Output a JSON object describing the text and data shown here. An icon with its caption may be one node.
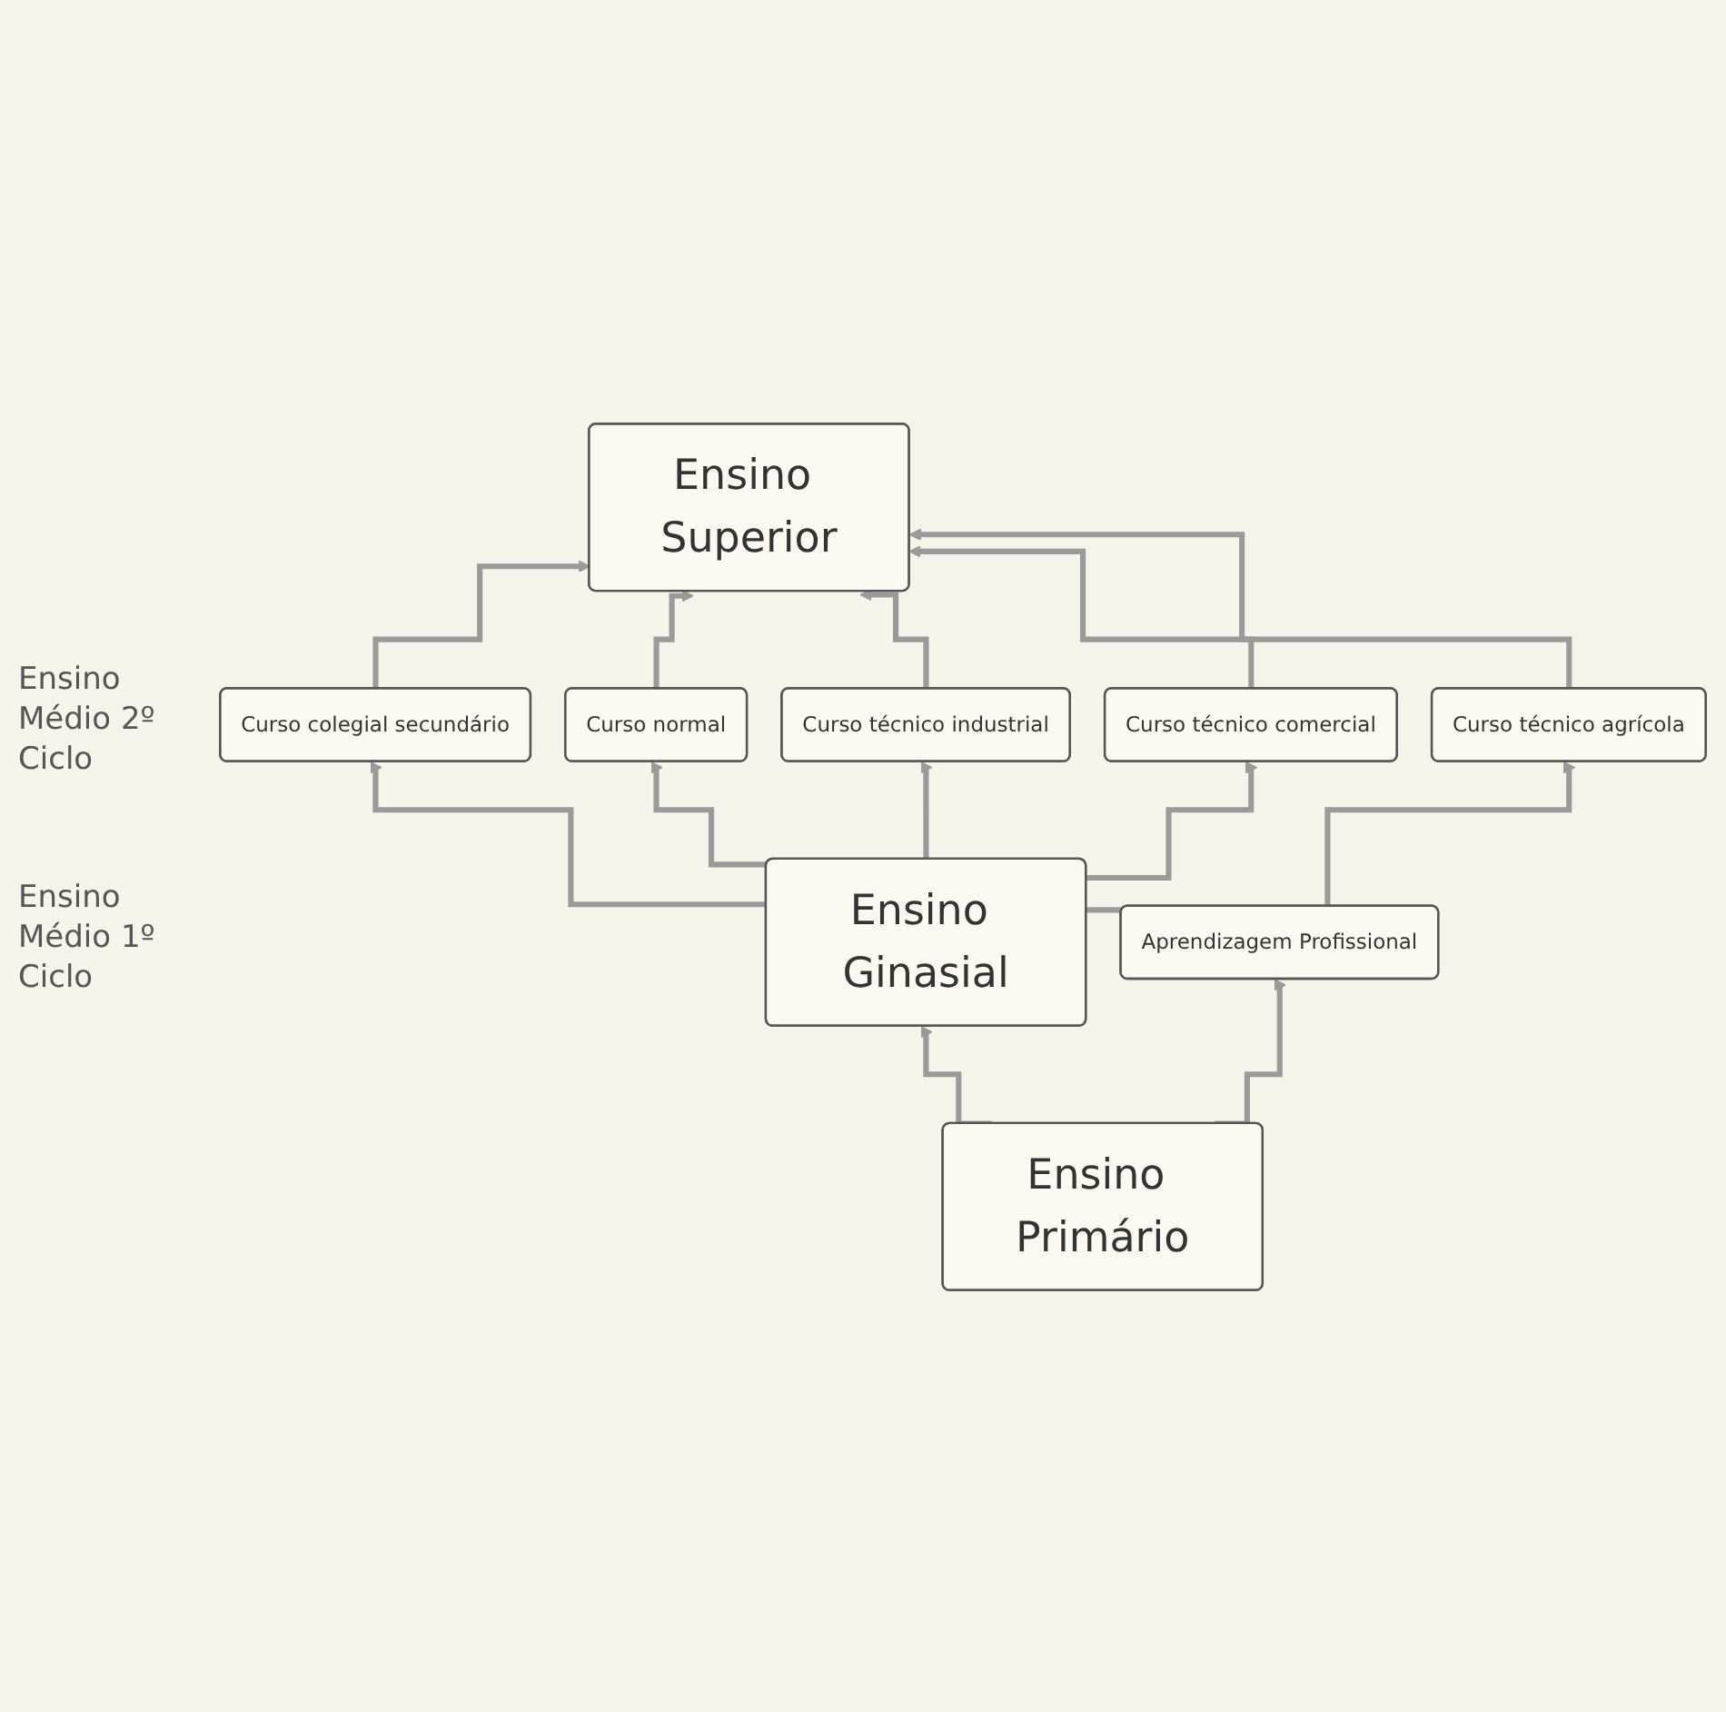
{
  "diagram": {
    "nodes": [
      {
        "text": [
          "Ensino Superior"
        ]
      },
      {
        "text": [
          "Curso colegial secundário"
        ]
      },
      {
        "text": [
          "Curso normal"
        ]
      },
      {
        "text": [
          "Curso técnico industrial"
        ]
      },
      {
        "text": [
          "Curso técnico comercial"
        ]
      },
      {
        "text": [
          "Curso técnico agrícola"
        ]
      },
      {
        "text": [
          "Ensino Ginasial"
        ]
      },
      {
        "text": [
          "Aprendizagem Profissional"
        ]
      },
      {
        "text": [
          "Ensino Primário"
        ]
      }
    ],
    "edges": [
      {
        "from": 1,
        "to": 0,
        "arrow": "to"
      },
      {
        "from": 2,
        "to": 0,
        "arrow": "to"
      },
      {
        "from": 3,
        "to": 0,
        "arrow": "to"
      },
      {
        "from": 4,
        "to": 0,
        "arrow": "to"
      },
      {
        "from": 5,
        "to": 0,
        "arrow": "to"
      },
      {
        "from": 6,
        "to": 1,
        "arrow": "to"
      },
      {
        "from": 6,
        "to": 2,
        "arrow": "to"
      },
      {
        "from": 6,
        "to": 3,
        "arrow": "to"
      },
      {
        "from": 6,
        "to": 4,
        "arrow": "to"
      },
      {
        "from": 6,
        "to": 5,
        "arrow": "to"
      },
      {
        "from": 8,
        "to": 6,
        "arrow": "to"
      },
      {
        "from": 8,
        "to": 7,
        "arrow": "to"
      }
    ],
    "labels": [
      "Ensino Médio 2º Ciclo",
      "Ensino Médio 1º Ciclo"
    ]
  }
}
